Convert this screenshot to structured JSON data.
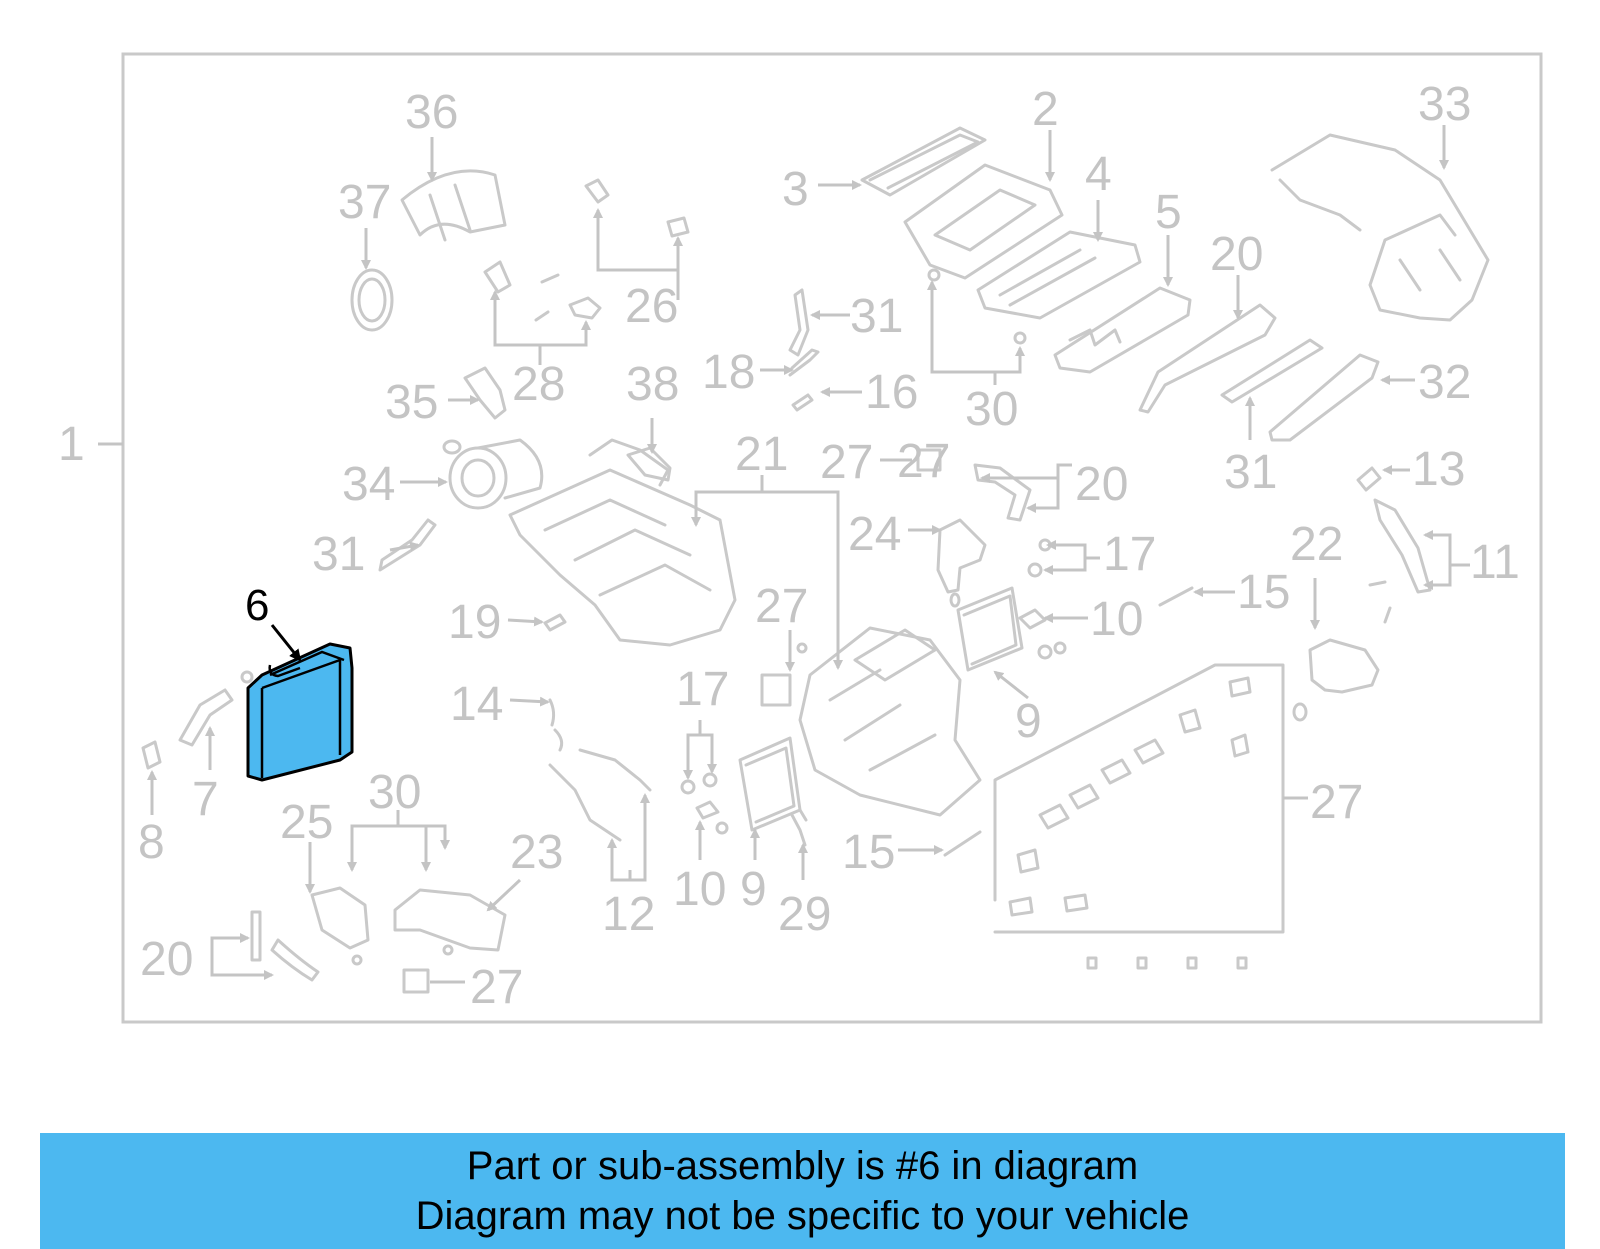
{
  "diagram": {
    "highlight_color": "#4cb8f0",
    "highlighted_part": "6",
    "labels": [
      "1",
      "2",
      "3",
      "4",
      "5",
      "6",
      "7",
      "8",
      "9",
      "9",
      "10",
      "10",
      "11",
      "12",
      "13",
      "14",
      "15",
      "15",
      "16",
      "17",
      "17",
      "18",
      "19",
      "20",
      "20",
      "20",
      "21",
      "22",
      "23",
      "24",
      "25",
      "26",
      "27",
      "27",
      "27",
      "27",
      "27",
      "28",
      "29",
      "30",
      "30",
      "30",
      "31",
      "31",
      "31",
      "31",
      "32",
      "33",
      "34",
      "35",
      "36",
      "37",
      "38"
    ]
  },
  "caption": {
    "line1": "Part or sub-assembly is #6 in diagram",
    "line2": "Diagram may not be specific to your vehicle"
  }
}
